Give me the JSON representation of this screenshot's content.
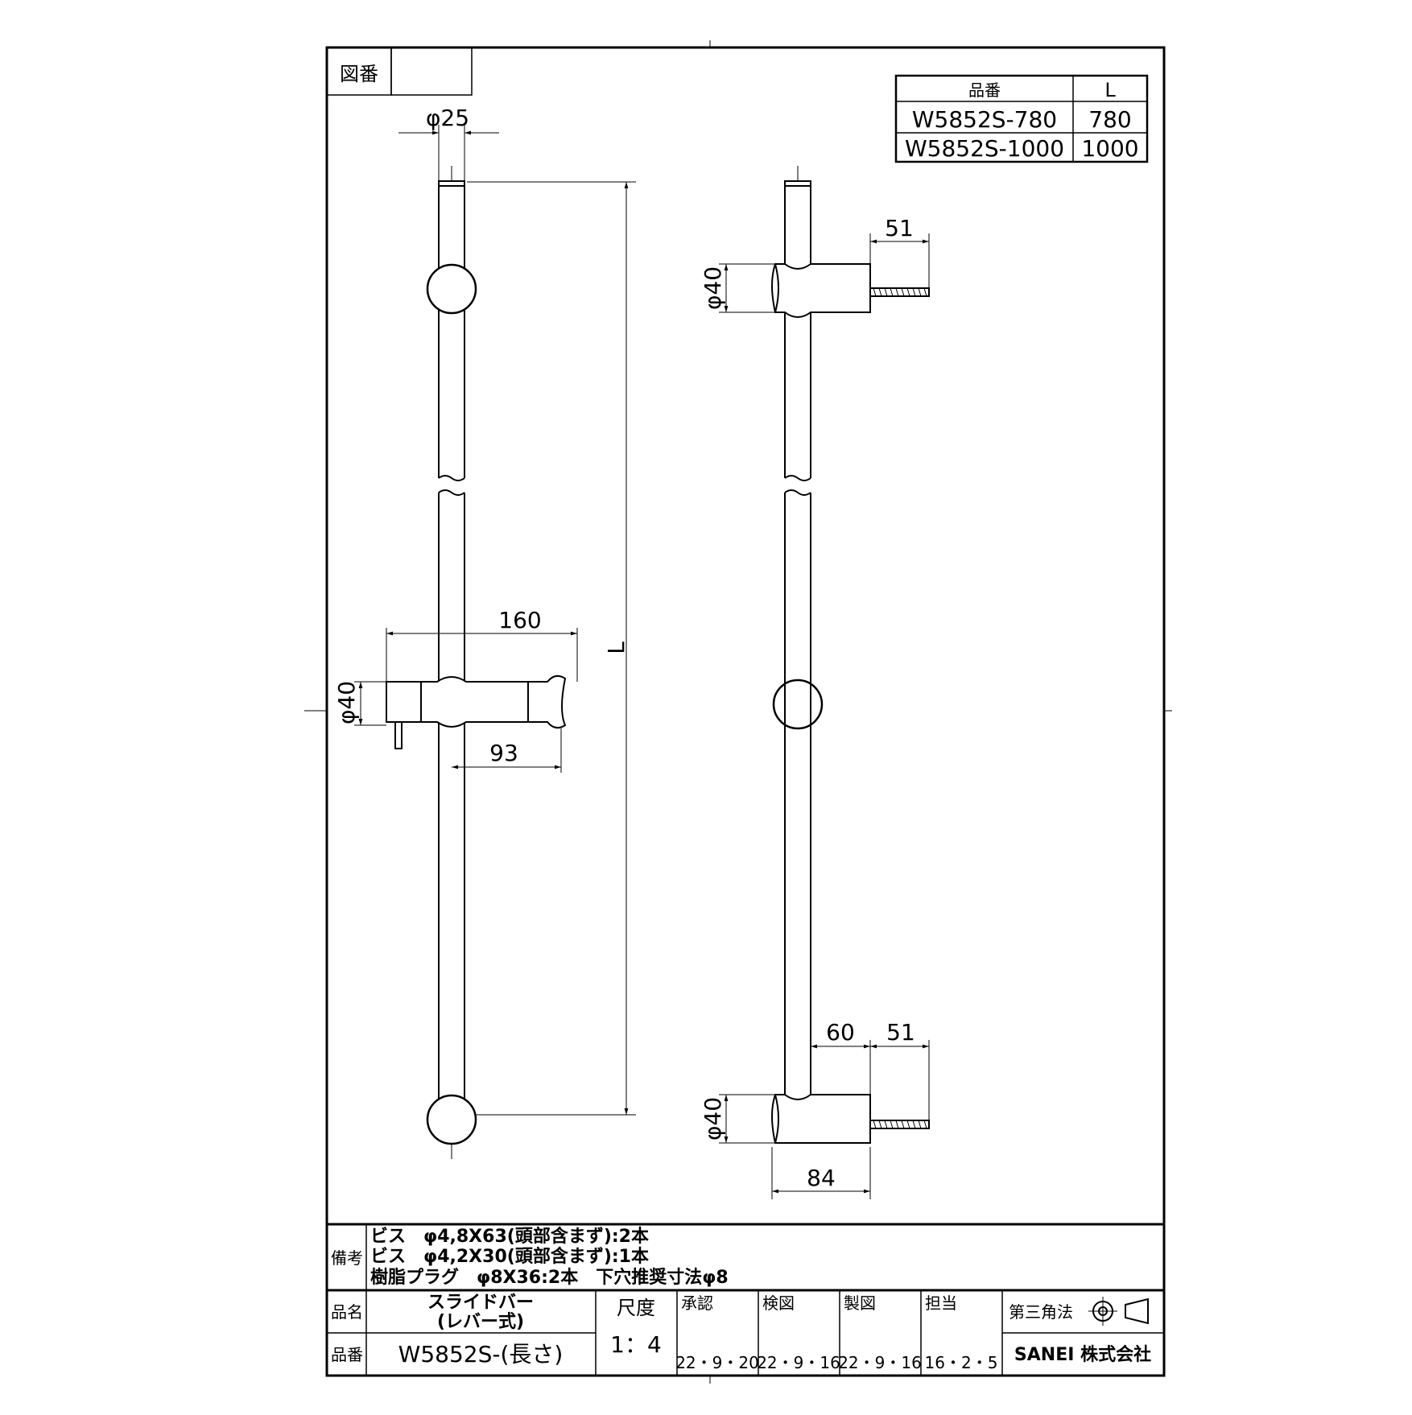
{
  "title_block": {
    "zuban_label": "図番",
    "zuban_value": "",
    "remarks_label": "備考",
    "remarks": [
      "ビス　φ4,8X63(頭部含まず):2本",
      "ビス　φ4,2X30(頭部含まず):1本",
      "樹脂プラグ　φ8X36:2本　下穴推奨寸法φ8"
    ],
    "name_label": "品名",
    "name_line1": "スライドバー",
    "name_line2": "(レバー式)",
    "part_label": "品番",
    "part_value": "W5852S-(長さ)",
    "scale_label": "尺度",
    "scale_value": "1：4",
    "approval_label": "承認",
    "approval_date": "22・9・20",
    "check_label": "検図",
    "check_date": "22・9・16",
    "drawn_label": "製図",
    "drawn_date": "22・9・16",
    "charge_label": "担当",
    "charge_date": "16・2・5",
    "projection_label": "第三角法",
    "company": "SANEI 株式会社"
  },
  "variant_table": {
    "headers": [
      "品番",
      "L"
    ],
    "rows": [
      [
        "W5852S-780",
        "780"
      ],
      [
        "W5852S-1000",
        "1000"
      ]
    ]
  },
  "dimensions": {
    "top_diameter": "φ25",
    "length": "L",
    "holder_width": "160",
    "holder_diameter": "φ40",
    "holder_offset": "93",
    "upper_bracket_diameter": "φ40",
    "upper_bracket_depth": "51",
    "lower_bracket_offset": "60",
    "lower_bracket_depth": "51",
    "lower_bracket_diameter": "φ40",
    "lower_bracket_length": "84"
  }
}
